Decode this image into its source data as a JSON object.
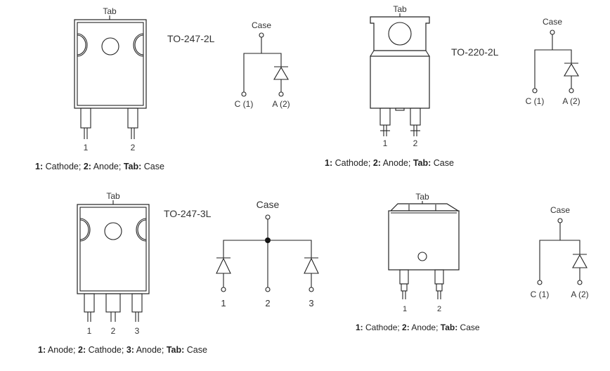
{
  "packages": [
    {
      "id": "p1",
      "name": "TO-247-2L",
      "tab": "Tab",
      "pins": [
        "1",
        "2"
      ],
      "symbol": {
        "case": "Case",
        "labels": [
          "C (1)",
          "A (2)"
        ]
      },
      "caption": [
        {
          "b": "1:",
          "t": " Cathode; "
        },
        {
          "b": "2:",
          "t": " Anode; "
        },
        {
          "b": "Tab:",
          "t": " Case"
        }
      ]
    },
    {
      "id": "p2",
      "name": "TO-220-2L",
      "tab": "Tab",
      "pins": [
        "1",
        "2"
      ],
      "symbol": {
        "case": "Case",
        "labels": [
          "C (1)",
          "A (2)"
        ]
      },
      "caption": [
        {
          "b": "1:",
          "t": " Cathode; "
        },
        {
          "b": "2:",
          "t": " Anode; "
        },
        {
          "b": "Tab:",
          "t": " Case"
        }
      ]
    },
    {
      "id": "p3",
      "name": "TO-247-3L",
      "tab": "Tab",
      "pins": [
        "1",
        "2",
        "3"
      ],
      "symbol": {
        "case": "Case",
        "labels": [
          "1",
          "2",
          "3"
        ]
      },
      "caption": [
        {
          "b": "1:",
          "t": " Anode; "
        },
        {
          "b": "2:",
          "t": " Cathode; "
        },
        {
          "b": "3:",
          "t": " Anode; "
        },
        {
          "b": "Tab:",
          "t": " Case"
        }
      ]
    },
    {
      "id": "p4",
      "name": "",
      "tab": "Tab",
      "pins": [
        "1",
        "2"
      ],
      "symbol": {
        "case": "Case",
        "labels": [
          "C (1)",
          "A (2)"
        ]
      },
      "caption": [
        {
          "b": "1:",
          "t": " Cathode; "
        },
        {
          "b": "2:",
          "t": " Anode; "
        },
        {
          "b": "Tab:",
          "t": " Case"
        }
      ]
    }
  ]
}
